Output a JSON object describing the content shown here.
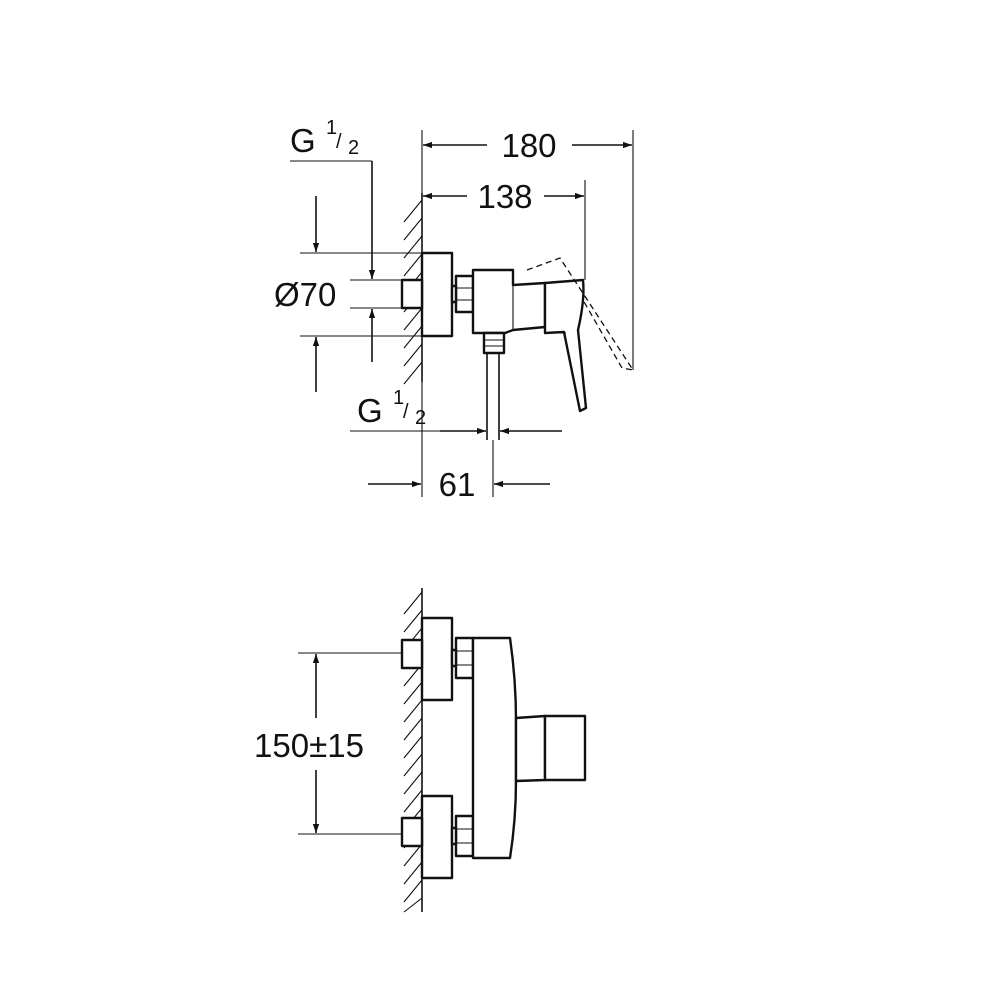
{
  "side_view": {
    "dim_overall_length": "180",
    "dim_handle_length": "138",
    "dim_thread_top": {
      "prefix": "G",
      "num": "1",
      "slash": "/",
      "den": "2"
    },
    "dim_diameter": "Ø70",
    "dim_thread_bottom": {
      "prefix": "G",
      "num": "1",
      "slash": "/",
      "den": "2"
    },
    "dim_outlet_offset": "61"
  },
  "front_view": {
    "dim_inlet_spacing": "150±15"
  }
}
